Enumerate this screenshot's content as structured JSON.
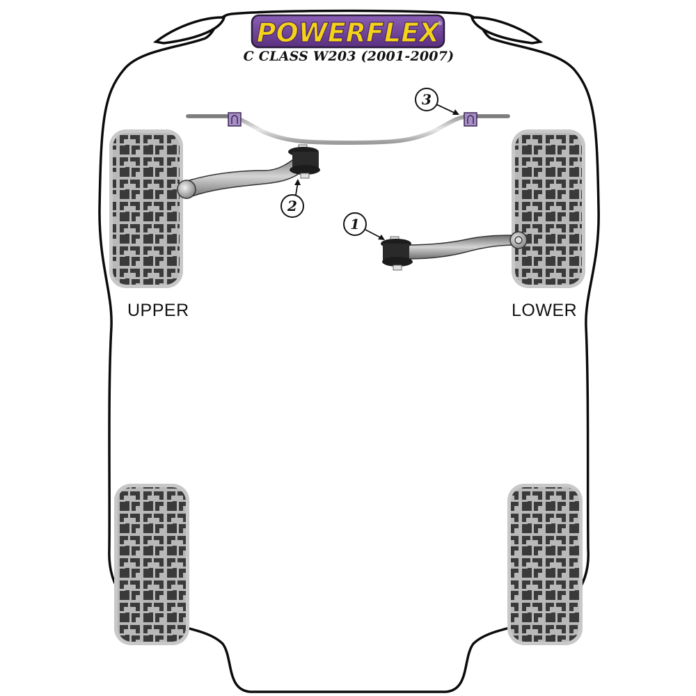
{
  "brand": {
    "name": "POWERFLEX",
    "registered_mark": "®",
    "colors": {
      "primary_purple": "#6a3f8e",
      "accent_yellow": "#f5d21a",
      "outline": "#2b1b3a"
    }
  },
  "header": {
    "model_title": "C CLASS W203 (2001-2007)"
  },
  "diagram": {
    "type": "vehicle-suspension-overview",
    "view": "top-down",
    "labels": {
      "upper": "UPPER",
      "lower": "LOWER"
    },
    "callouts": [
      {
        "number": "1",
        "part": "lower-arm-bushing"
      },
      {
        "number": "2",
        "part": "upper-arm-bushing"
      },
      {
        "number": "3",
        "part": "anti-roll-bar-bushing"
      }
    ],
    "wheels": [
      {
        "position": "front-left"
      },
      {
        "position": "front-right"
      },
      {
        "position": "rear-left"
      },
      {
        "position": "rear-right"
      }
    ],
    "colors": {
      "tire_fill": "#3a3a3a",
      "tire_tread": "#b9b9b9",
      "tire_rim": "#c8c8c8",
      "arm_grey": "#8c8c8c",
      "bushing_black": "#1c1c1c",
      "bar_bushing_purple": "#8e6fb0",
      "body_outline": "#0b0b0b"
    }
  }
}
